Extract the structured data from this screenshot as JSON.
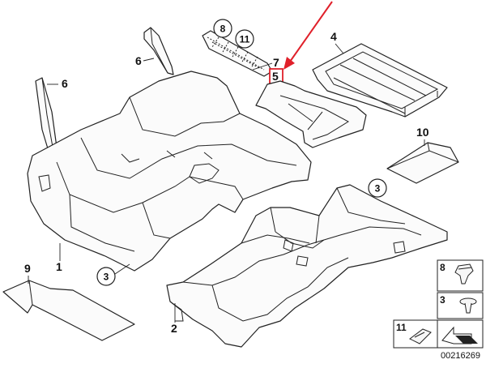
{
  "callouts": {
    "c1": "1",
    "c2": "2",
    "c3a": "3",
    "c3b": "3",
    "c4": "4",
    "c5": "5",
    "c6a": "6",
    "c6b": "6",
    "c7": "7",
    "c8": "8",
    "c9": "9",
    "c10": "10",
    "c11": "11"
  },
  "legend": {
    "item8": "8",
    "item3": "3",
    "item11": "11"
  },
  "reference_number": "00216269",
  "colors": {
    "highlight": "#e0202a",
    "line": "#222222"
  }
}
